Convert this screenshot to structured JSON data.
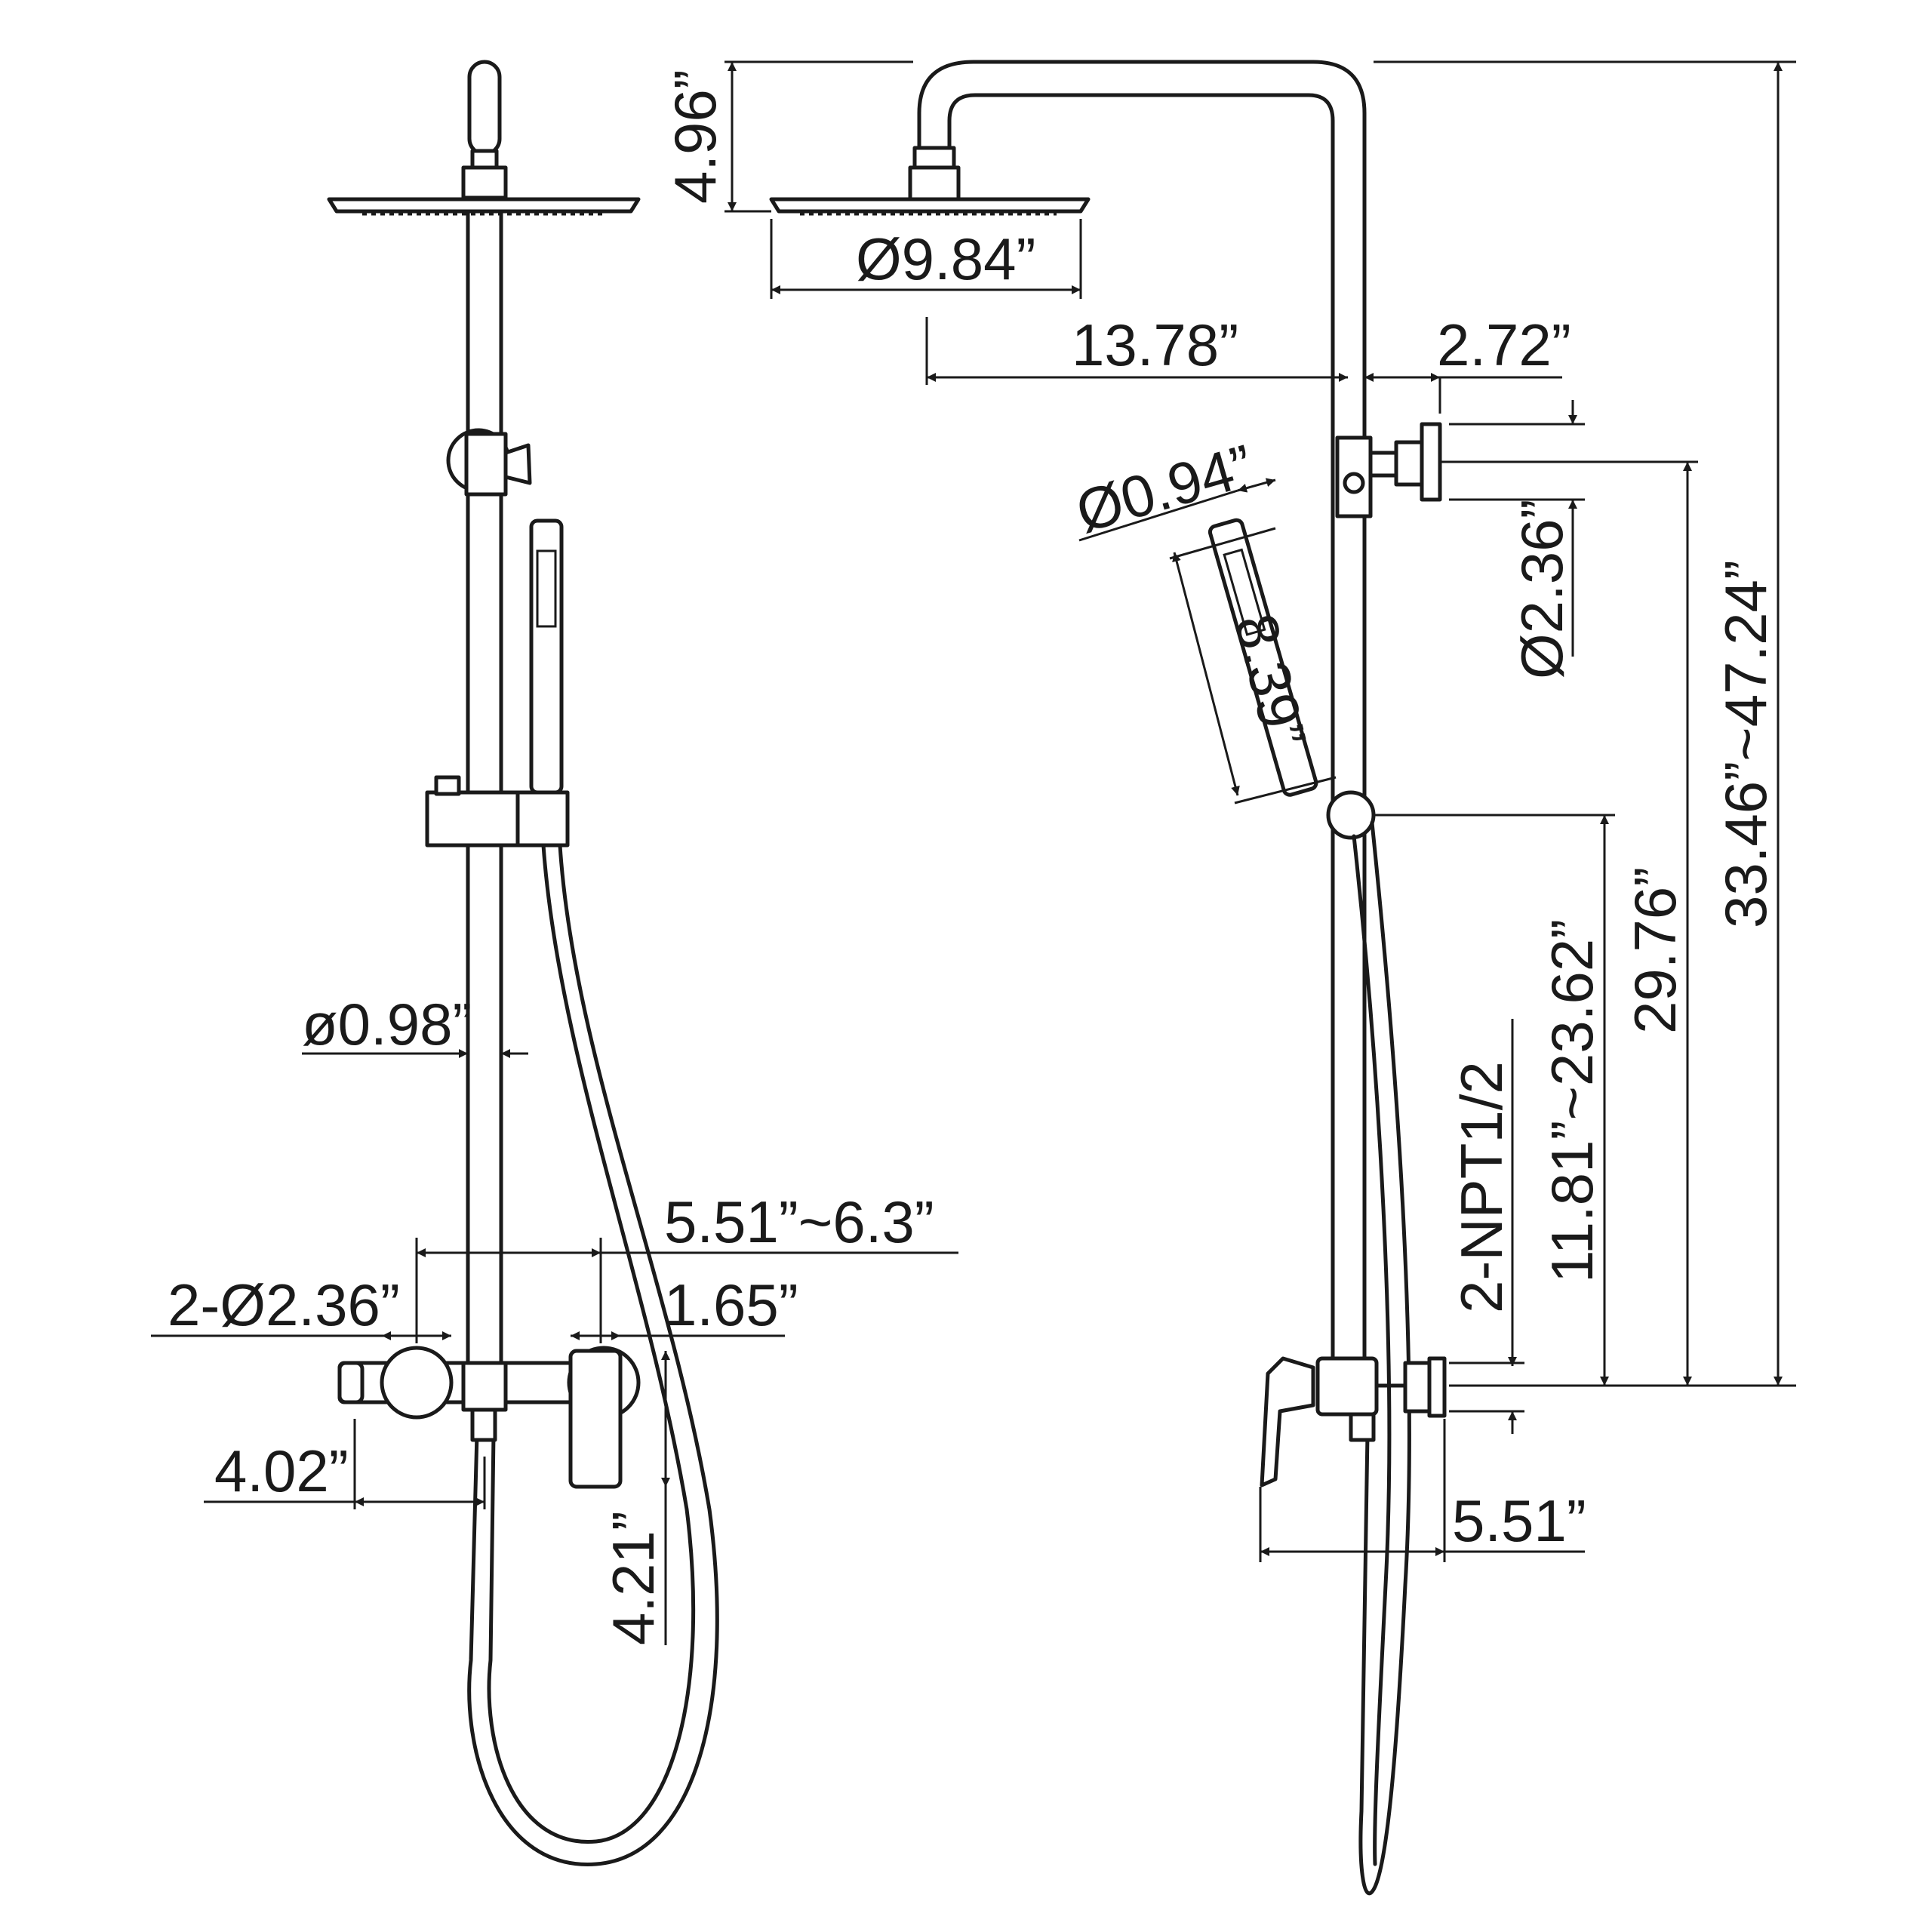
{
  "dimensions": {
    "riser_diameter": "ø0.98”",
    "spout_offset_range": "5.51”~6.3”",
    "wall_flange_diameter_left": "2-Ø2.36”",
    "handle_width": "1.65”",
    "spout_reach": "4.02”",
    "valve_height": "4.21”",
    "arm_drop": "4.96”",
    "head_diameter": "Ø9.84”",
    "arm_reach": "13.78”",
    "bracket_depth": "2.72”",
    "bracket_flange_diameter": "Ø2.36”",
    "handset_diameter": "Ø0.94”",
    "handset_length": "8.39”",
    "holder_height_range": "11.81”~23.62”",
    "bracket_height": "29.76”",
    "total_height_range": "33.46”~47.24”",
    "inlet_thread": "2-NPT1/2",
    "valve_depth": "5.51”"
  },
  "colors": {
    "line": "#1a1a1a",
    "background": "#ffffff"
  }
}
